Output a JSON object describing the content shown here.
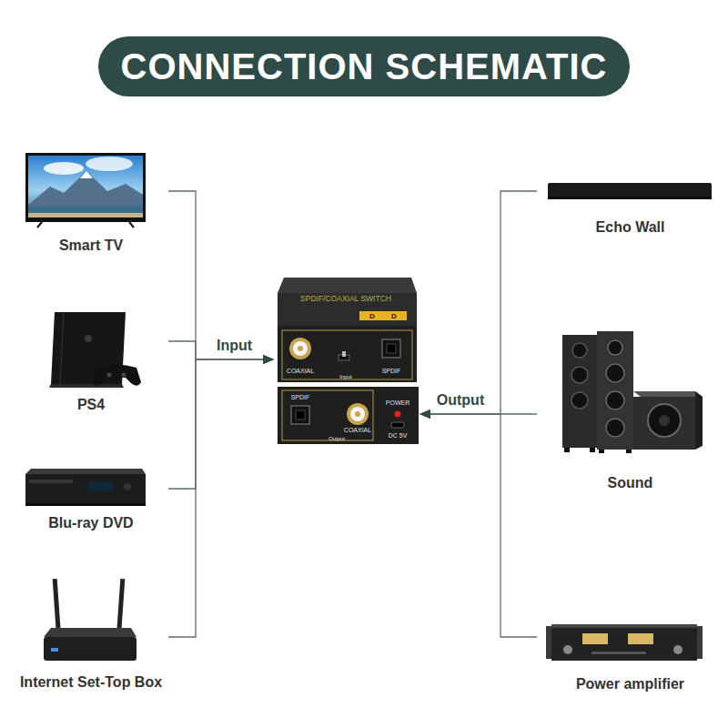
{
  "diagram": {
    "title": "CONNECTION SCHEMATIC",
    "nodes": [
      {
        "text": [
          "Smart TV"
        ]
      },
      {
        "text": [
          "PS4"
        ]
      },
      {
        "text": [
          "Blu-ray DVD"
        ]
      },
      {
        "text": [
          "Internet Set-Top Box"
        ]
      },
      {
        "text": [
          "SPDIF/COAXIAL SWITCH",
          "COAXIAL",
          "Input",
          "SPDIF",
          "SPDIF",
          "COAXIAL",
          "Output",
          "POWER",
          "DC 5V"
        ]
      },
      {
        "text": [
          "Echo Wall"
        ]
      },
      {
        "text": [
          "Sound"
        ]
      },
      {
        "text": [
          "Power amplifier"
        ]
      }
    ],
    "edges": [
      {
        "from": 0,
        "to": 4,
        "arrow": "to"
      },
      {
        "from": 1,
        "to": 4,
        "label": "Input",
        "arrow": "to"
      },
      {
        "from": 2,
        "to": 4,
        "arrow": "to"
      },
      {
        "from": 3,
        "to": 4,
        "arrow": "to"
      },
      {
        "from": 5,
        "to": 4,
        "arrow": "to"
      },
      {
        "from": 6,
        "to": 4,
        "label": "Output",
        "arrow": "to"
      },
      {
        "from": 7,
        "to": 4,
        "arrow": "to"
      }
    ],
    "labels": [
      "D",
      "D"
    ]
  }
}
